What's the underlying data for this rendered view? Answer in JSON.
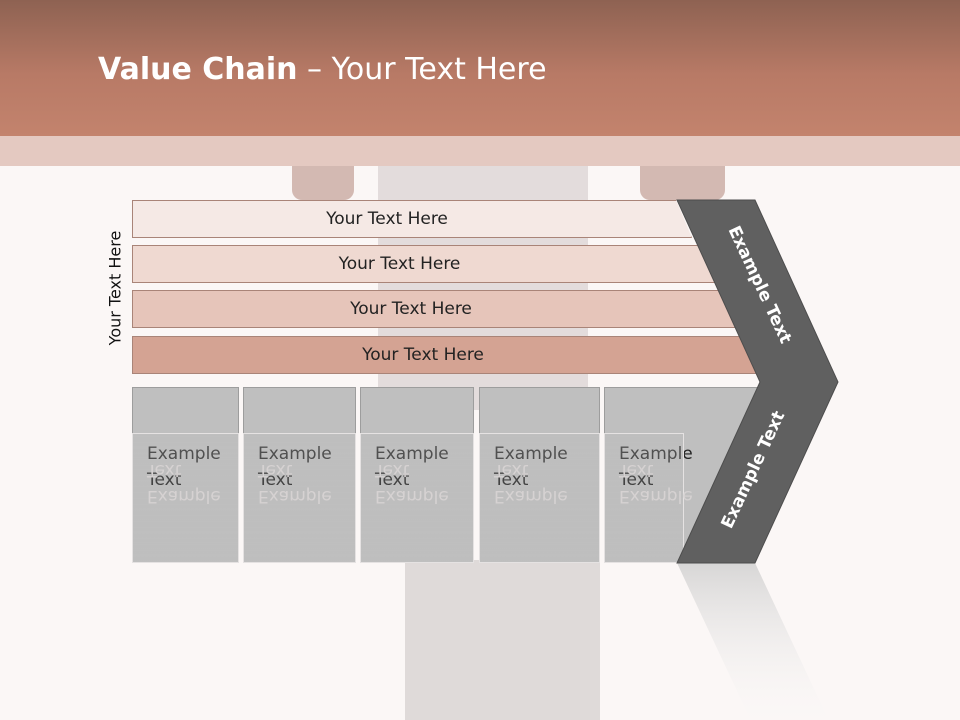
{
  "title": {
    "bold": "Value Chain",
    "rest": " – Your Text Here"
  },
  "side_label": "Your Text Here",
  "rows": [
    {
      "label": "Your Text Here"
    },
    {
      "label": "Your Text Here"
    },
    {
      "label": "Your Text Here"
    },
    {
      "label": "Your Text Here"
    }
  ],
  "columns": [
    {
      "line1": "Example",
      "line2": "Text"
    },
    {
      "line1": "Example",
      "line2": "Text"
    },
    {
      "line1": "Example",
      "line2": "Text"
    },
    {
      "line1": "Example",
      "line2": "Text"
    },
    {
      "line1": "Example",
      "line2": "Text"
    }
  ],
  "arrow": {
    "upper": "Example Text",
    "lower": "Example Text"
  },
  "colors": {
    "header": "#b87a66",
    "arrow": "#606060",
    "column": "#bfbfbf"
  }
}
